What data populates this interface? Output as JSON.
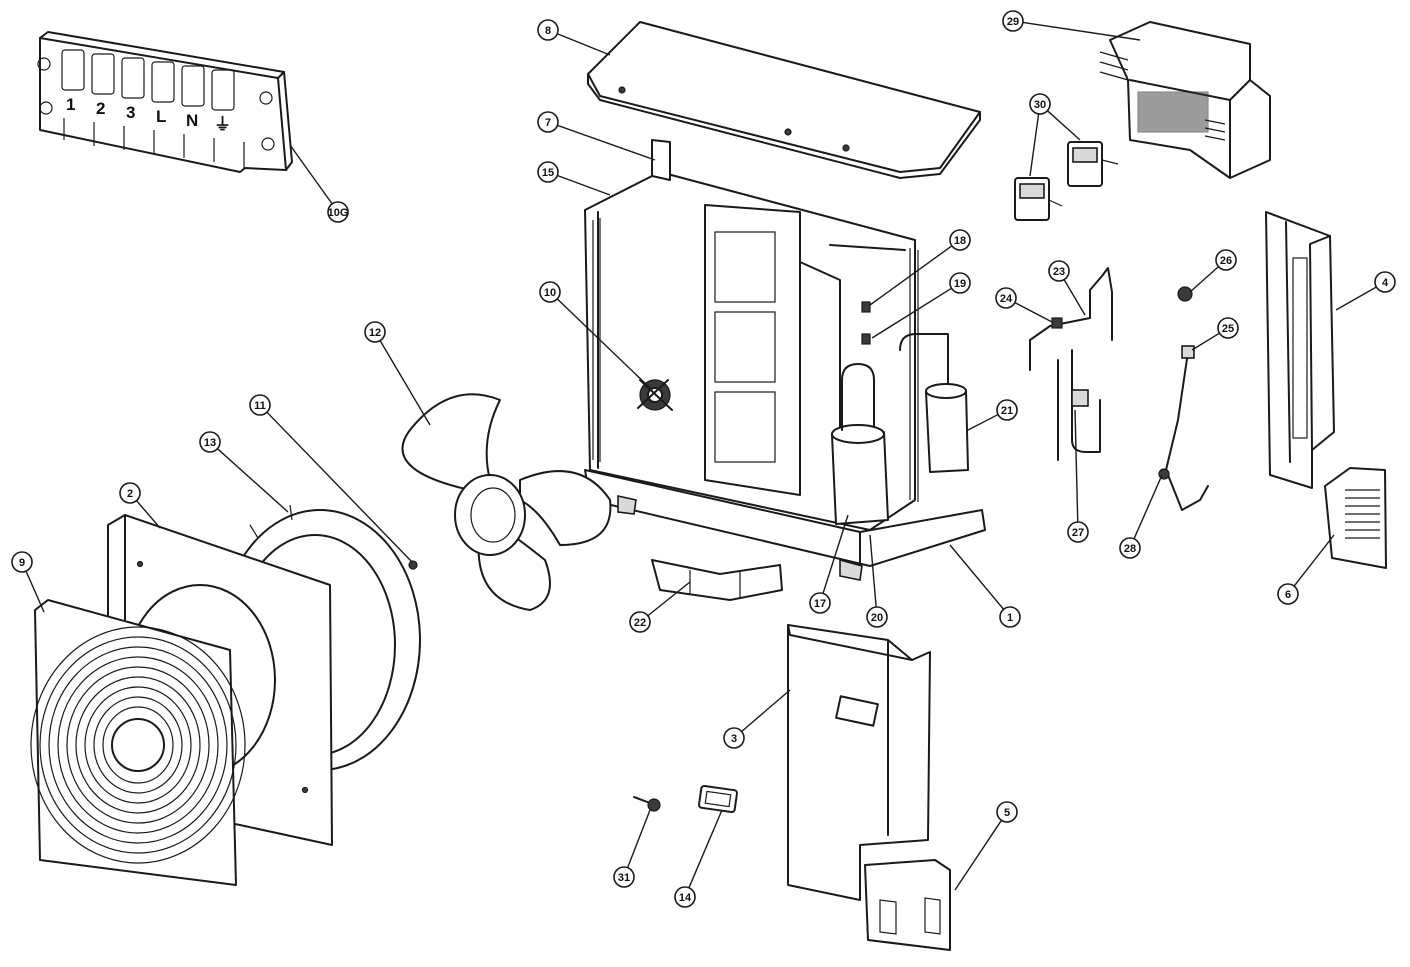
{
  "terminal_block": {
    "terminals": [
      "1",
      "2",
      "3",
      "L",
      "N",
      "⏚"
    ]
  },
  "callouts": [
    {
      "label": "8"
    },
    {
      "label": "29"
    },
    {
      "label": "30"
    },
    {
      "label": "7"
    },
    {
      "label": "15"
    },
    {
      "label": "10G"
    },
    {
      "label": "18"
    },
    {
      "label": "19"
    },
    {
      "label": "23"
    },
    {
      "label": "24"
    },
    {
      "label": "26"
    },
    {
      "label": "4"
    },
    {
      "label": "25"
    },
    {
      "label": "10"
    },
    {
      "label": "12"
    },
    {
      "label": "11"
    },
    {
      "label": "13"
    },
    {
      "label": "21"
    },
    {
      "label": "2"
    },
    {
      "label": "9"
    },
    {
      "label": "27"
    },
    {
      "label": "28"
    },
    {
      "label": "6"
    },
    {
      "label": "22"
    },
    {
      "label": "17"
    },
    {
      "label": "20"
    },
    {
      "label": "1"
    },
    {
      "label": "3"
    },
    {
      "label": "5"
    },
    {
      "label": "31"
    },
    {
      "label": "14"
    }
  ]
}
